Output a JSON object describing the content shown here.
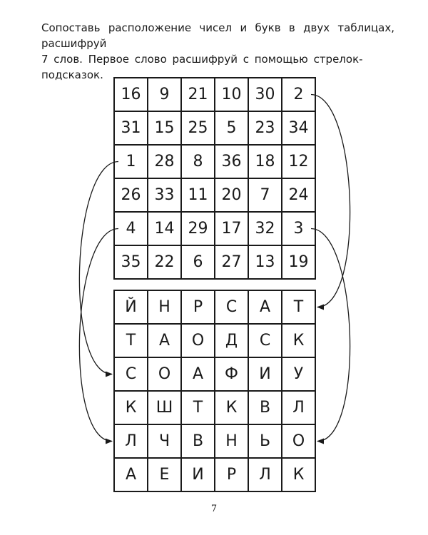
{
  "instructions": {
    "line1": "Сопоставь расположение чисел и букв в двух таблицах, расшифруй",
    "line2": "7 слов. Первое слово расшифруй с помощью стрелок-подсказок."
  },
  "number_grid": [
    [
      "16",
      "9",
      "21",
      "10",
      "30",
      "2"
    ],
    [
      "31",
      "15",
      "25",
      "5",
      "23",
      "34"
    ],
    [
      "1",
      "28",
      "8",
      "36",
      "18",
      "12"
    ],
    [
      "26",
      "33",
      "11",
      "20",
      "7",
      "24"
    ],
    [
      "4",
      "14",
      "29",
      "17",
      "32",
      "3"
    ],
    [
      "35",
      "22",
      "6",
      "27",
      "13",
      "19"
    ]
  ],
  "letter_grid": [
    [
      "Й",
      "Н",
      "Р",
      "С",
      "А",
      "Т"
    ],
    [
      "Т",
      "А",
      "О",
      "Д",
      "С",
      "К"
    ],
    [
      "С",
      "О",
      "А",
      "Ф",
      "И",
      "У"
    ],
    [
      "К",
      "Ш",
      "Т",
      "К",
      "В",
      "Л"
    ],
    [
      "Л",
      "Ч",
      "В",
      "Н",
      "Ь",
      "О"
    ],
    [
      "А",
      "Е",
      "И",
      "Р",
      "Л",
      "К"
    ]
  ],
  "hint_arrows": [
    {
      "from_number_row": 0,
      "from_number_col": 5,
      "to_letter_row": 0,
      "to_letter_col": 5
    },
    {
      "from_number_row": 2,
      "from_number_col": 0,
      "to_letter_row": 2,
      "to_letter_col": 0
    },
    {
      "from_number_row": 4,
      "from_number_col": 0,
      "to_letter_row": 4,
      "to_letter_col": 0
    },
    {
      "from_number_row": 4,
      "from_number_col": 5,
      "to_letter_row": 4,
      "to_letter_col": 5
    }
  ],
  "page_number": "7"
}
